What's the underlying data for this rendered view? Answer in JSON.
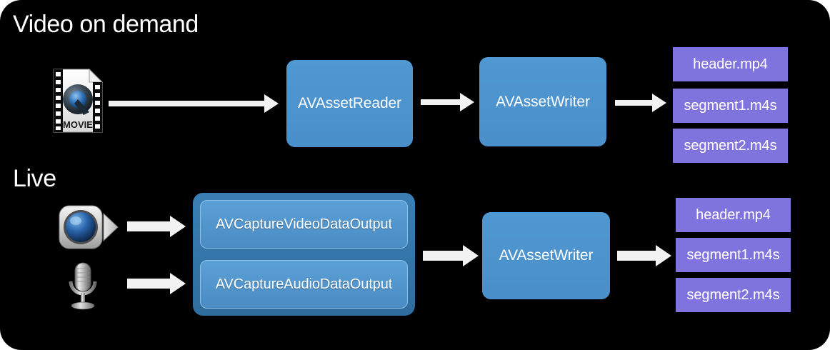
{
  "diagram": {
    "title_context": "AVFoundation segmented output pipeline",
    "background_color": "#000000",
    "accent_blue": "#4a90cf",
    "accent_purple": "#7f74dd",
    "group_blue": "#2f6d9e",
    "arrow_color": "#f2f2f2"
  },
  "sections": [
    {
      "id": "vod",
      "title": "Video on demand",
      "source_icon": "quicktime-movie-file-icon",
      "source_icon_label": "MOVIE",
      "nodes": [
        {
          "label": "AVAssetReader"
        },
        {
          "label": "AVAssetWriter"
        }
      ],
      "outputs": [
        {
          "label": "header.mp4"
        },
        {
          "label": "segment1.m4s"
        },
        {
          "label": "segment2.m4s"
        }
      ]
    },
    {
      "id": "live",
      "title": "Live",
      "source_icons": [
        {
          "name": "video-camera-icon"
        },
        {
          "name": "microphone-icon"
        }
      ],
      "capture_group": [
        {
          "label": "AVCaptureVideoDataOutput"
        },
        {
          "label": "AVCaptureAudioDataOutput"
        }
      ],
      "nodes": [
        {
          "label": "AVAssetWriter"
        }
      ],
      "outputs": [
        {
          "label": "header.mp4"
        },
        {
          "label": "segment1.m4s"
        },
        {
          "label": "segment2.m4s"
        }
      ]
    }
  ]
}
